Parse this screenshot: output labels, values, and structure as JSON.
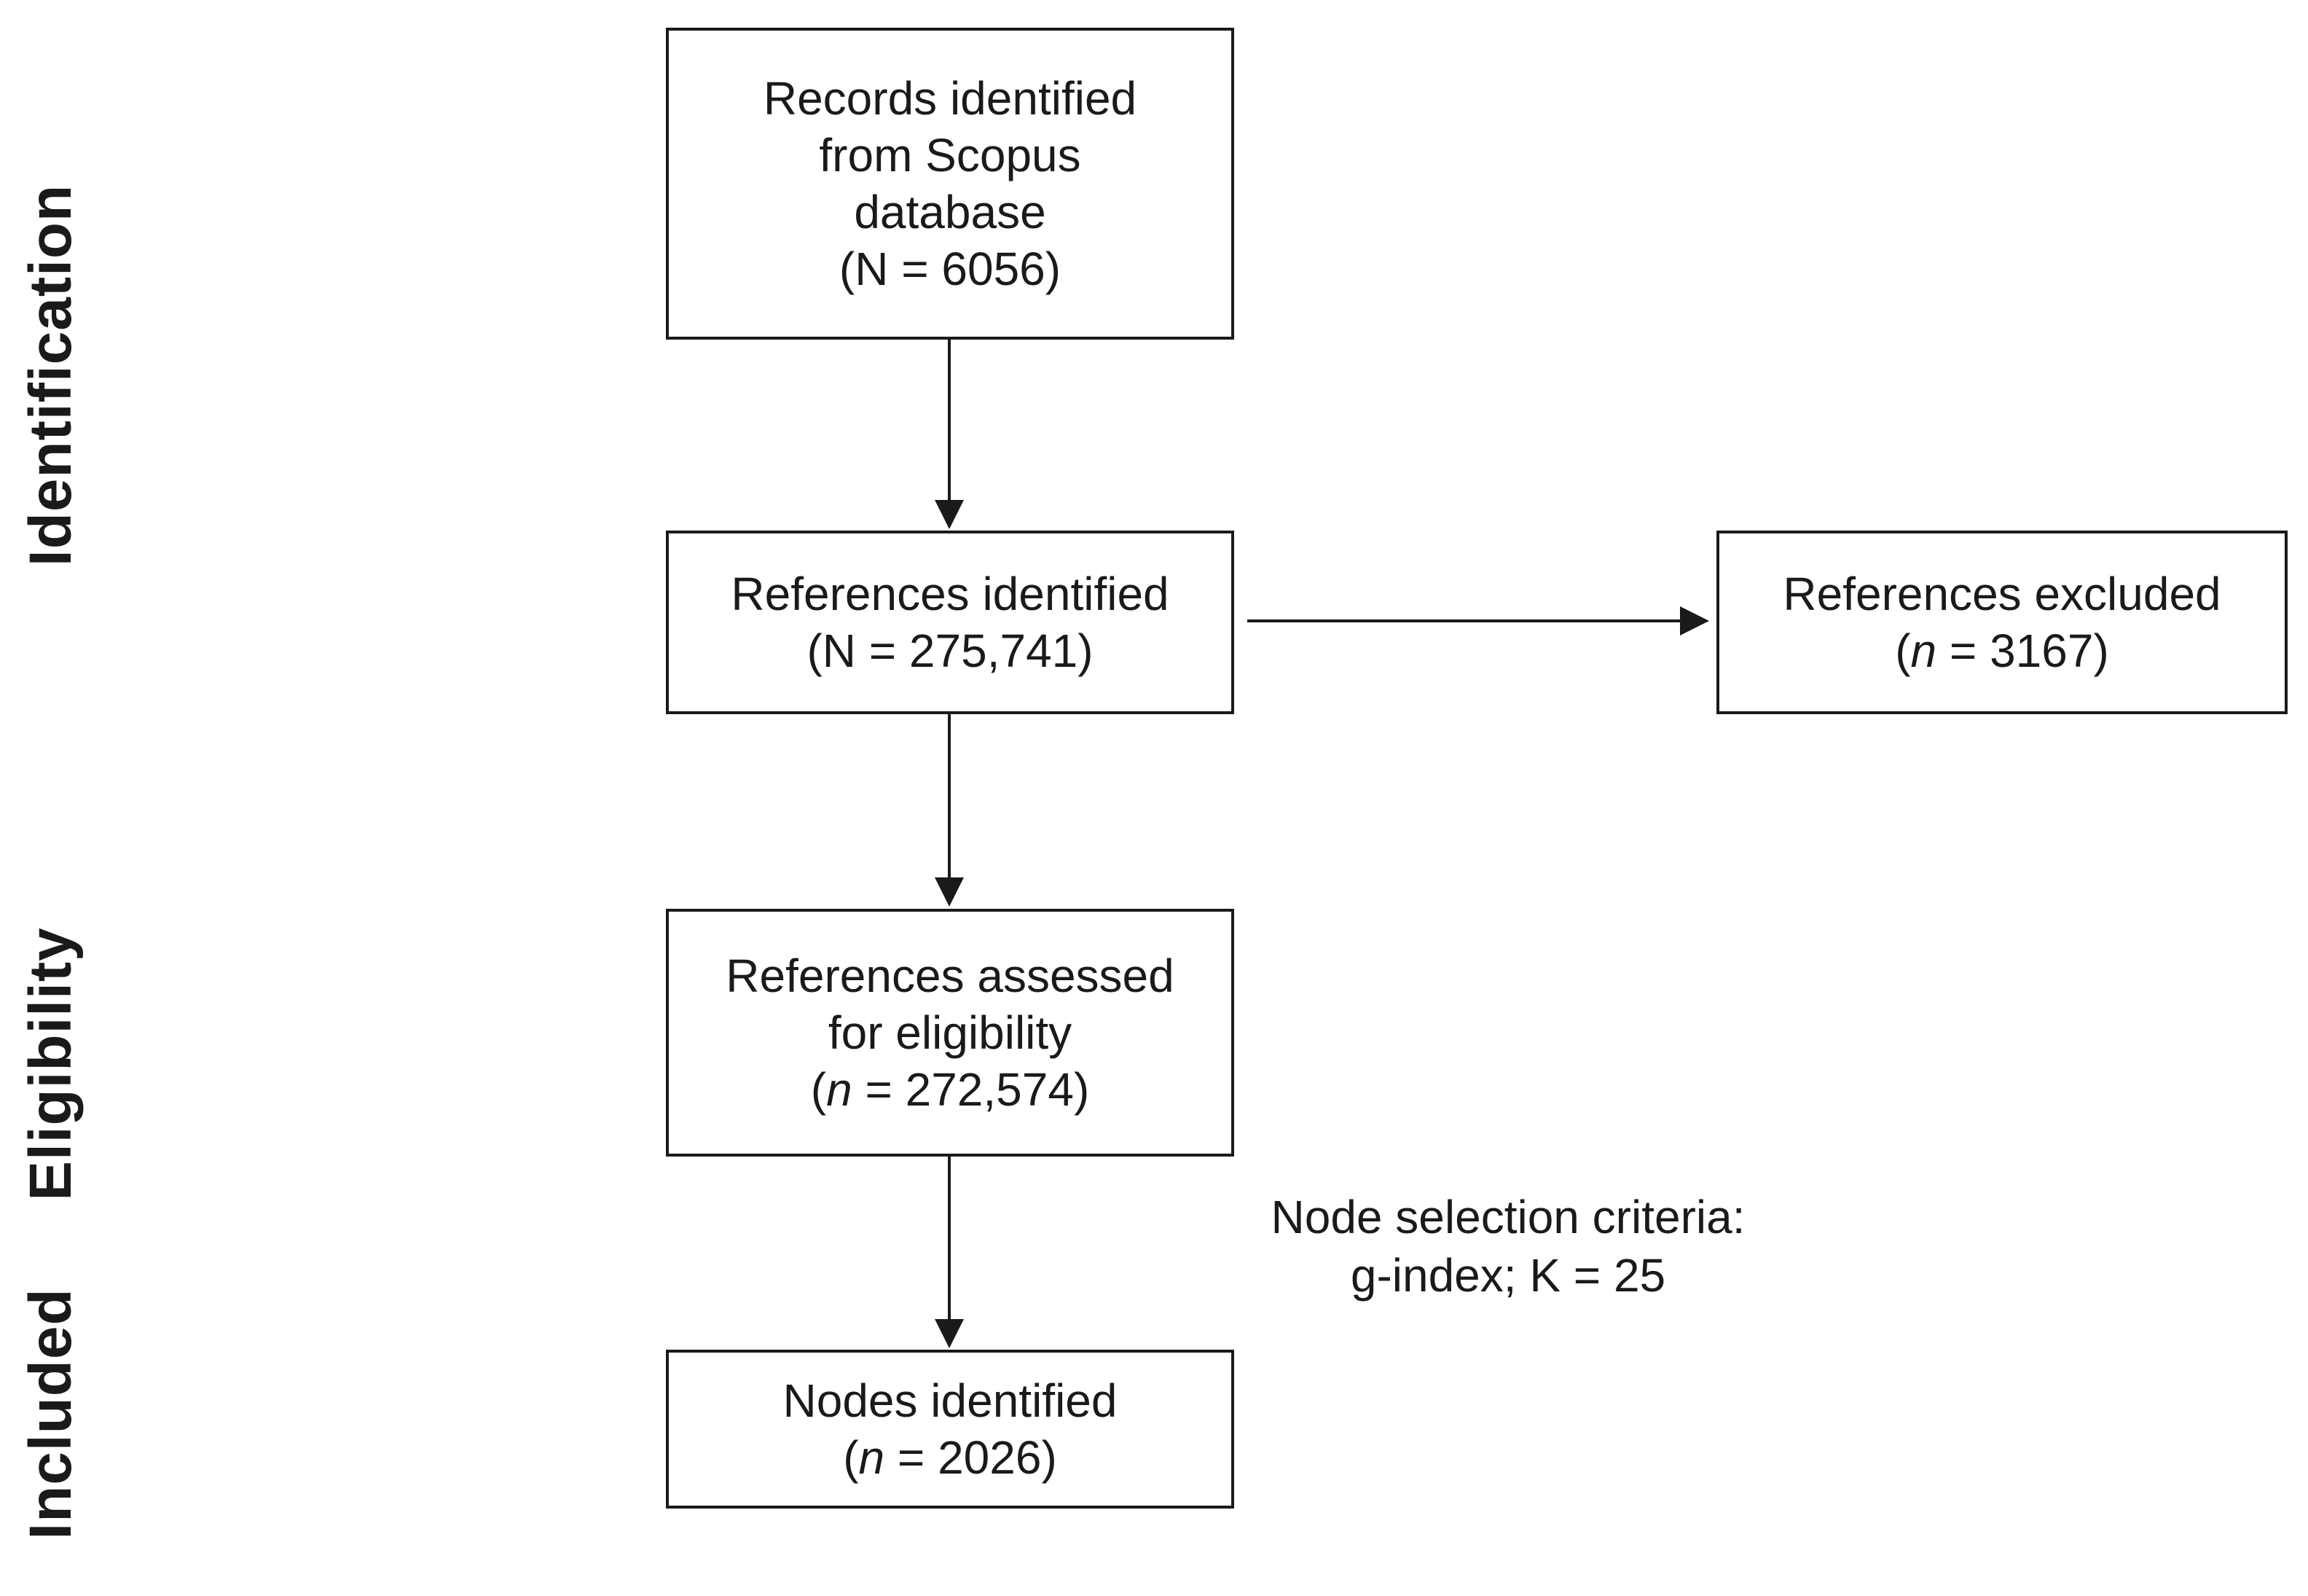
{
  "stages": {
    "identification": "Identification",
    "eligibility": "Eligibility",
    "included": "Included"
  },
  "boxes": {
    "records": {
      "line1": "Records identified",
      "line2": "from Scopus",
      "line3": "database",
      "count_open": "(",
      "count_var": "N",
      "count_rest": " = 6056)"
    },
    "references_identified": {
      "line1": "References identified",
      "count_open": "(",
      "count_var": "N",
      "count_rest": " = 275,741)"
    },
    "references_excluded": {
      "line1": "References excluded",
      "count_open": "(",
      "count_var": "n",
      "count_rest": " = 3167)"
    },
    "references_assessed": {
      "line1": "References assessed",
      "line2": "for eligibility",
      "count_open": "(",
      "count_var": "n",
      "count_rest": " = 272,574)"
    },
    "nodes": {
      "line1": "Nodes identified",
      "count_open": "(",
      "count_var": "n",
      "count_rest": " = 2026)"
    }
  },
  "criteria": {
    "line1": "Node selection criteria:",
    "line2": "g-index; K = 25"
  },
  "colors": {
    "stroke": "#1a1a1a",
    "background": "#ffffff"
  }
}
